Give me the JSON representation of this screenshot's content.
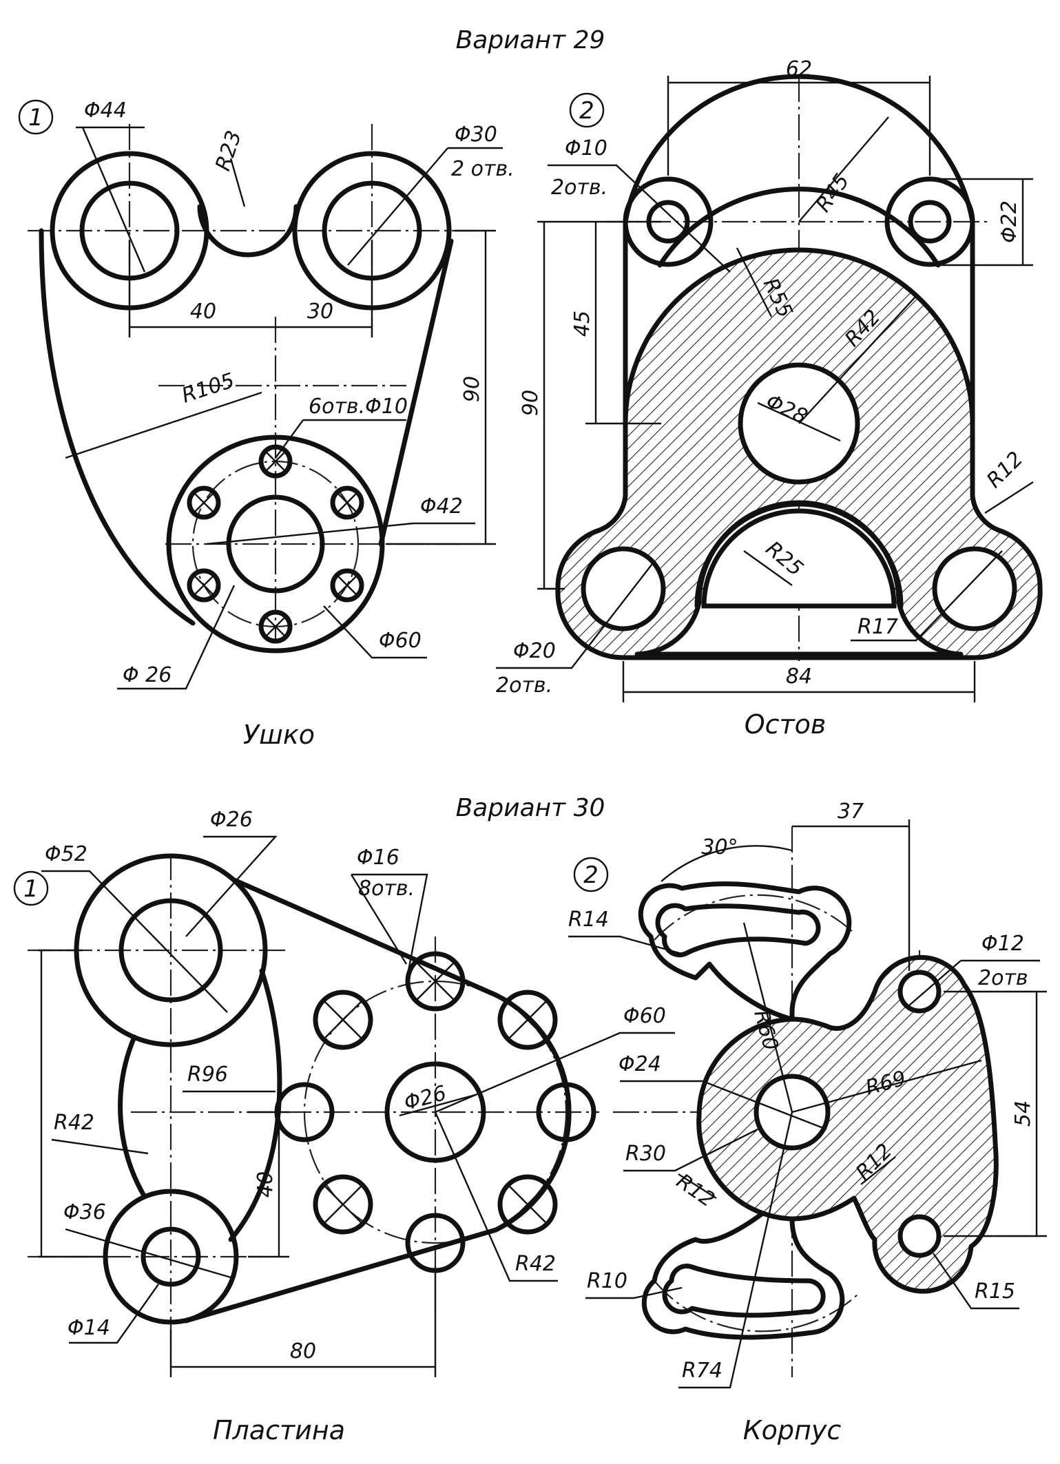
{
  "variant29": {
    "title": "Вариант 29",
    "part1": {
      "number": "1",
      "caption": "Ушко",
      "dims": {
        "d44": "Φ44",
        "r23": "R23",
        "d30": "Φ30",
        "holes2": "2 отв.",
        "d40": "40",
        "d30b": "30",
        "r105": "R105",
        "holes6": "6отв.Φ10",
        "d90": "90",
        "d42": "Φ42",
        "d60": "Φ60",
        "d26": "Φ 26"
      }
    },
    "part2": {
      "number": "2",
      "caption": "Остов",
      "dims": {
        "d62": "62",
        "d10": "Φ10",
        "holes2": "2отв.",
        "r45": "R45",
        "d22": "Φ22",
        "r55": "R55",
        "d45": "45",
        "r42": "R42",
        "d90": "90",
        "d28": "Φ28",
        "r12": "R12",
        "r25": "R25",
        "r17": "R17",
        "d20": "Φ20",
        "holes2b": "2отв.",
        "d84": "84"
      }
    }
  },
  "variant30": {
    "title": "Вариант 30",
    "part1": {
      "number": "1",
      "caption": "Пластина",
      "dims": {
        "d52": "Φ52",
        "d26": "Φ26",
        "d16": "Φ16",
        "holes8": "8отв.",
        "d60": "Φ60",
        "r96": "R96",
        "d26b": "Φ26",
        "r42": "R42",
        "d40": "40",
        "d36": "Φ36",
        "r42b": "R42",
        "d14": "Φ14",
        "d80": "80"
      }
    },
    "part2": {
      "number": "2",
      "caption": "Корпус",
      "dims": {
        "a30": "30°",
        "d37": "37",
        "r14": "R14",
        "r60": "R60",
        "d12": "Φ12",
        "holes2": "2отв",
        "d24": "Φ24",
        "r69": "R69",
        "d54": "54",
        "r30": "R30",
        "r12": "R12",
        "r12b": "R12",
        "r10": "R10",
        "r15": "R15",
        "r74": "R74"
      }
    }
  }
}
